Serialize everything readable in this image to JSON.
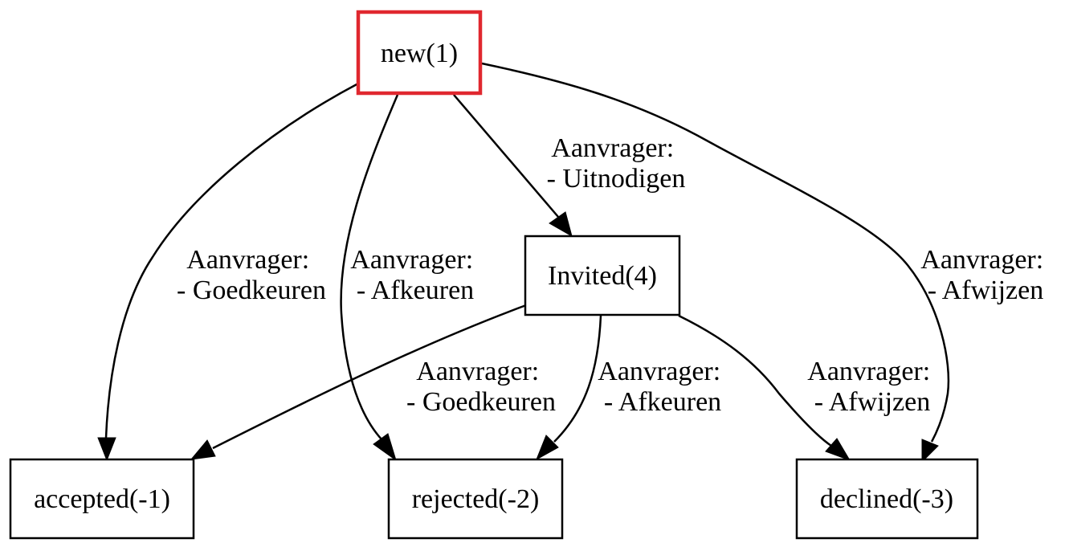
{
  "nodes": {
    "new": {
      "label": "new(1)",
      "border_color": "#e0282f"
    },
    "invited": {
      "label": "Invited(4)"
    },
    "accepted": {
      "label": "accepted(-1)"
    },
    "rejected": {
      "label": "rejected(-2)"
    },
    "declined": {
      "label": "declined(-3)"
    }
  },
  "edges": {
    "new_invited": {
      "line1": "Aanvrager:",
      "line2": "- Uitnodigen"
    },
    "new_accepted": {
      "line1": "Aanvrager:",
      "line2": "- Goedkeuren"
    },
    "new_rejected": {
      "line1": "Aanvrager:",
      "line2": "- Afkeuren"
    },
    "new_declined": {
      "line1": "Aanvrager:",
      "line2": "- Afwijzen"
    },
    "invited_accepted": {
      "line1": "Aanvrager:",
      "line2": "- Goedkeuren"
    },
    "invited_rejected": {
      "line1": "Aanvrager:",
      "line2": "- Afkeuren"
    },
    "invited_declined": {
      "line1": "Aanvrager:",
      "line2": "- Afwijzen"
    }
  }
}
